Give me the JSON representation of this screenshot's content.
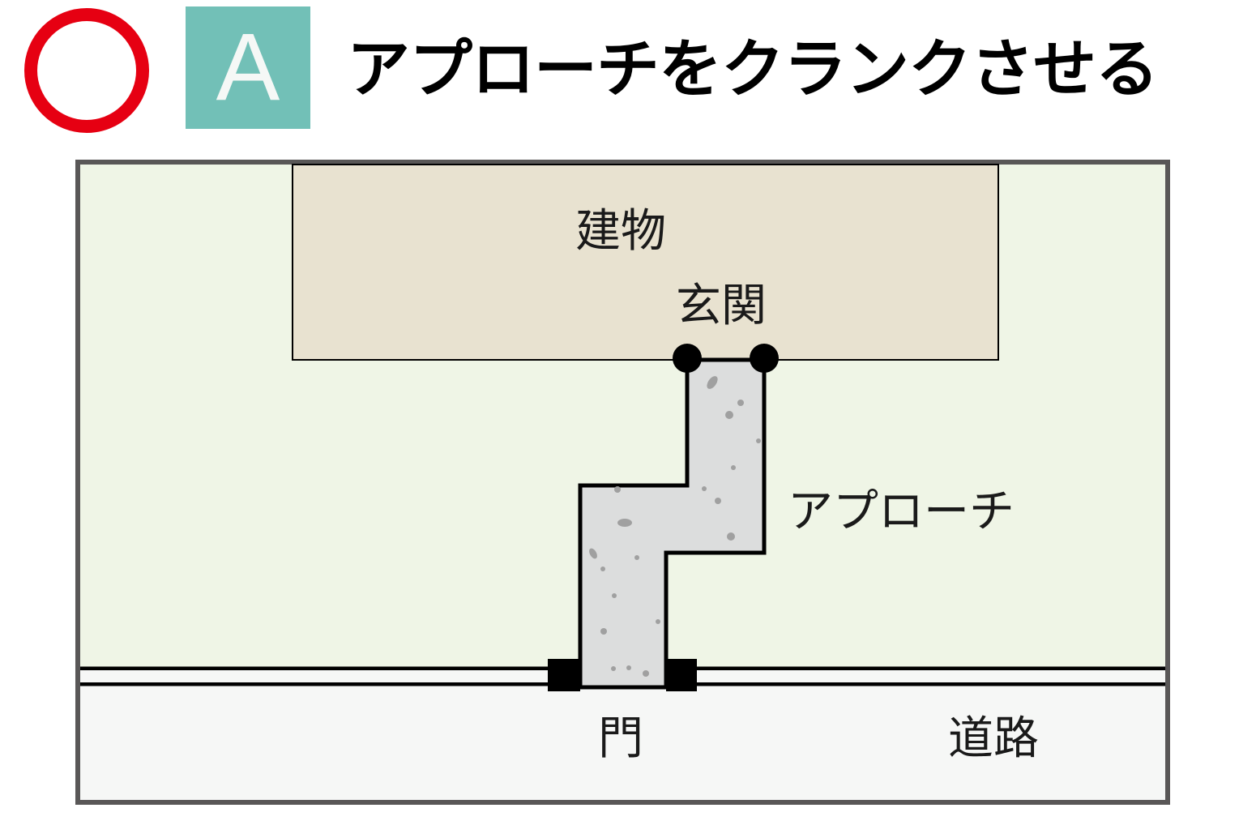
{
  "header": {
    "verdict_symbol": "good-circle",
    "verdict_color": "#e60012",
    "badge_letter": "A",
    "badge_color": "#72c0b7",
    "title": "アプローチをクランクさせる"
  },
  "diagram": {
    "colors": {
      "lot_border": "#595757",
      "garden": "#eff5e6",
      "building": "#e8e2d0",
      "approach": "#dcdddd",
      "road": "#f6f7f6",
      "line": "#000000"
    },
    "labels": {
      "building": "建物",
      "entrance": "玄関",
      "approach": "アプローチ",
      "gate": "門",
      "road": "道路"
    }
  }
}
